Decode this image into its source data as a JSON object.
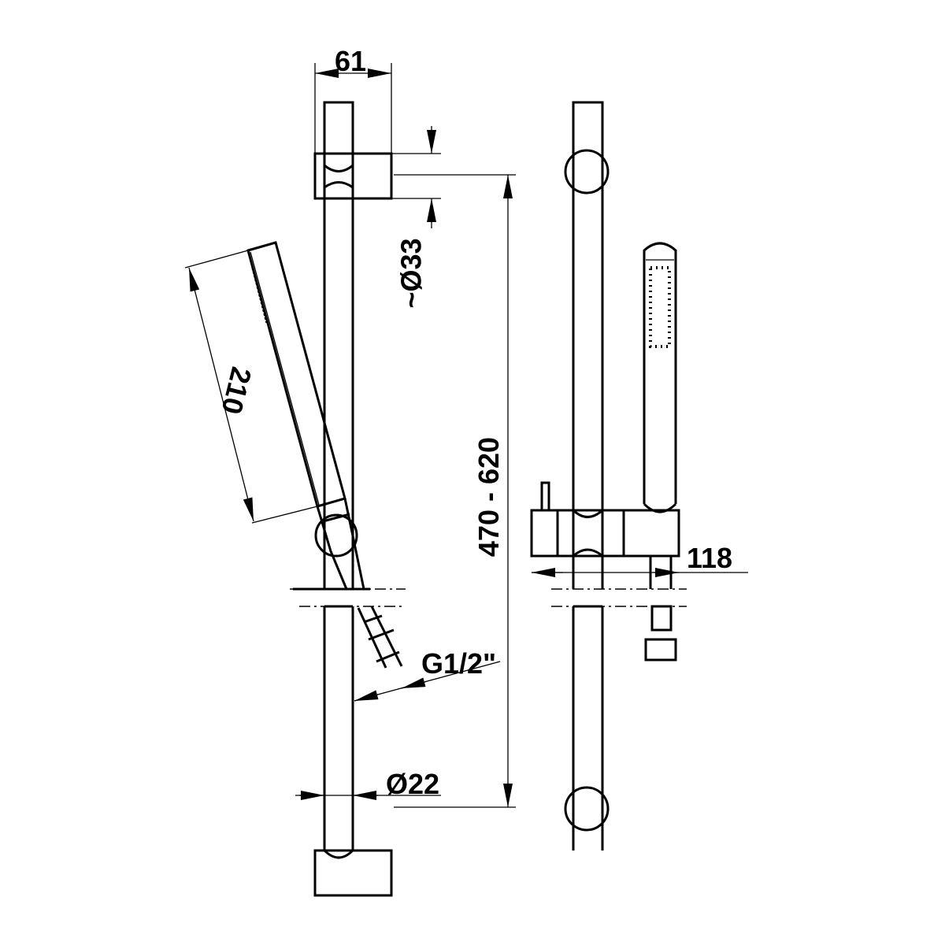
{
  "dimensions": {
    "bracket_width": "61",
    "bracket_diameter": "~Ø33",
    "handshower_length": "210",
    "center_distance": "470 - 620",
    "projection": "118",
    "connection": "G1/2\"",
    "bar_diameter": "Ø22"
  }
}
